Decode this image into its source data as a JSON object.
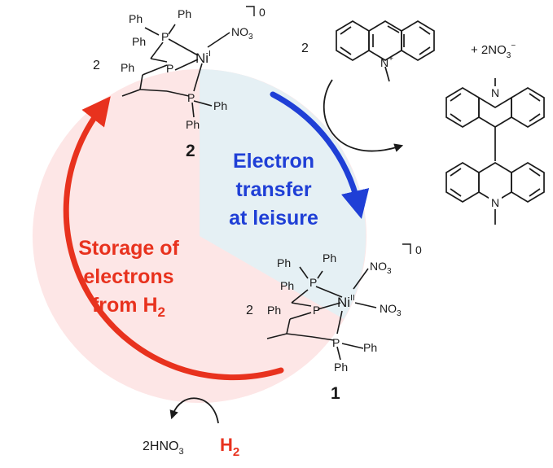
{
  "colors": {
    "red": "#e8321e",
    "blue": "#1f3fd6",
    "red_sector": "#fde6e6",
    "blue_sector": "#e5f0f4",
    "ink": "#1a1a1a"
  },
  "left_label": {
    "line1": "Storage of",
    "line2": "electrons",
    "line3_main": "from H",
    "line3_sub": "2"
  },
  "right_label": {
    "line1": "Electron",
    "line2": "transfer",
    "line3": "at leisure"
  },
  "complex_top": {
    "coefficient": "2",
    "number": "2",
    "metal": "Ni",
    "oxidation": "I",
    "ligand": "NO",
    "ligand_sub": "3",
    "charge": "0",
    "ph": "Ph",
    "p": "P"
  },
  "complex_bottom": {
    "coefficient": "2",
    "number": "1",
    "metal": "Ni",
    "oxidation": "II",
    "ligand": "NO",
    "ligand_sub": "3",
    "charge": "0",
    "ph": "Ph",
    "p": "P"
  },
  "acridinium": {
    "coefficient": "2",
    "n_label": "N",
    "n_charge": "+",
    "plus": "+ 2NO",
    "plus_sub": "3",
    "plus_sup": "−"
  },
  "dimer": {
    "n_label": "N"
  },
  "bottom": {
    "hno3_main": "2HNO",
    "hno3_sub": "3",
    "h2_main": "H",
    "h2_sub": "2"
  }
}
